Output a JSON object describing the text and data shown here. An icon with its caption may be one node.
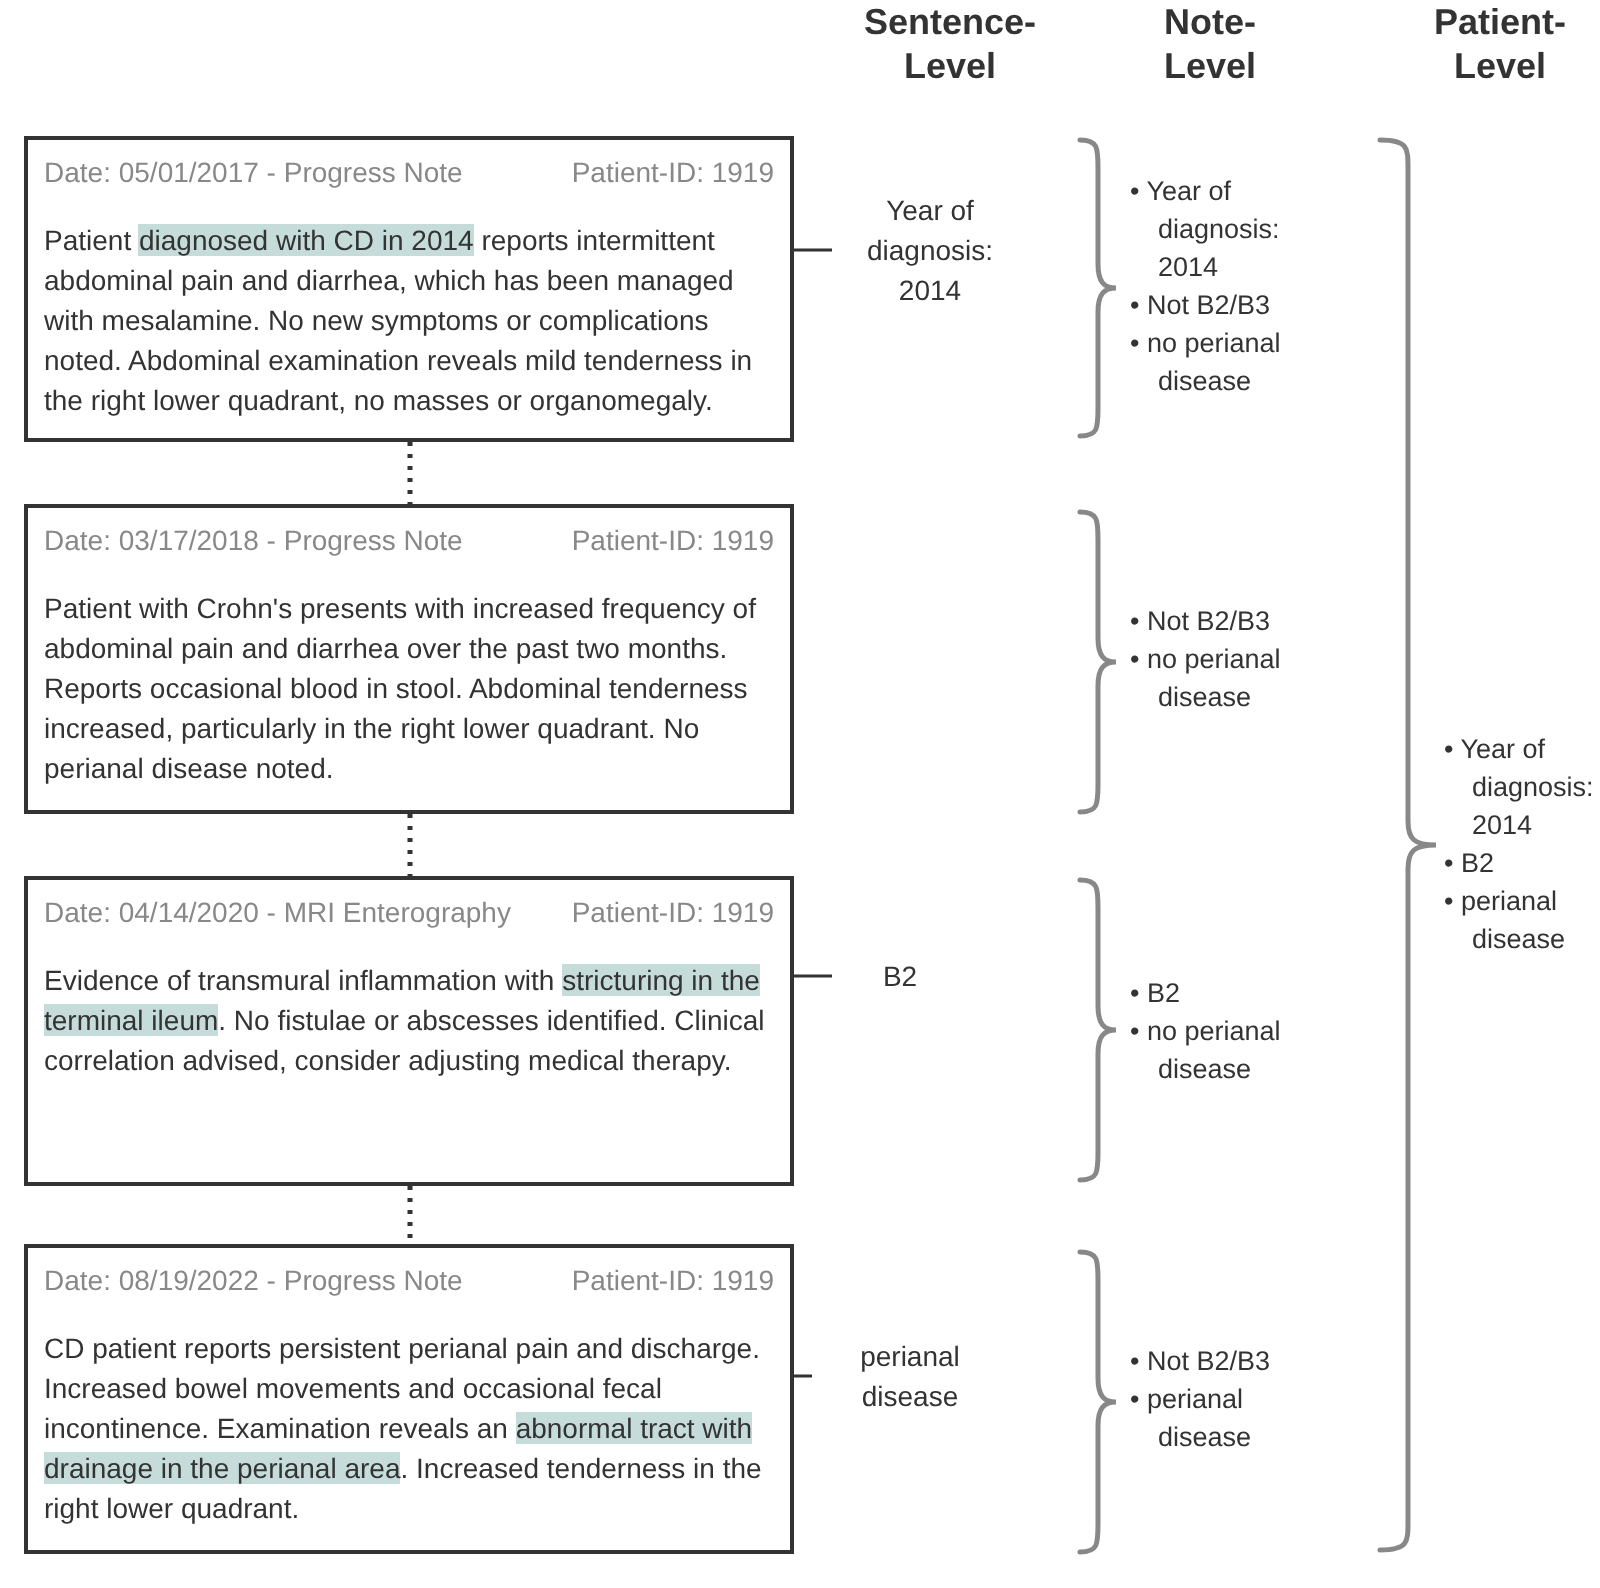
{
  "diagram": {
    "nodes": [
      {
        "text": [
          "Date: 05/01/2017 - Progress Note",
          "Patient-ID: 1919",
          "Patient **diagnosed with CD in 2014** reports intermittent abdominal pain and diarrhea, which has been managed with mesalamine. No new symptoms or complications noted. Abdominal examination reveals mild tenderness in the right lower quadrant, no masses or organomegaly."
        ]
      },
      {
        "text": [
          "Year of diagnosis: 2014"
        ]
      },
      {
        "text": [
          "Date: 03/17/2018 - Progress Note",
          "Patient-ID: 1919",
          "Patient with Crohn's presents with increased frequency of abdominal pain and diarrhea over the past two months. Reports occasional blood in stool. Abdominal tenderness increased, particularly in the right lower quadrant. No perianal disease noted."
        ]
      },
      {
        "text": [
          "Date: 04/14/2020 - MRI Enterography",
          "Patient-ID: 1919",
          "Evidence of transmural inflammation with **stricturing in the terminal ileum**. No fistulae or abscesses identified. Clinical correlation advised, consider adjusting medical therapy."
        ]
      },
      {
        "text": [
          "B2"
        ]
      },
      {
        "text": [
          "Date: 08/19/2022 - Progress Note",
          "Patient-ID: 1919",
          "CD patient reports persistent perianal pain and discharge. Increased bowel movements and occasional fecal incontinence. Examination reveals an **abnormal tract with drainage in the perianal area**. Increased tenderness in the right lower quadrant."
        ]
      },
      {
        "text": [
          "perianal disease"
        ]
      }
    ],
    "edges": [
      {
        "from": 0,
        "to": 1,
        "arrow": "none"
      },
      {
        "from": 0,
        "to": 2,
        "arrow": "none",
        "style": "dashed"
      },
      {
        "from": 2,
        "to": 3,
        "arrow": "none",
        "style": "dashed"
      },
      {
        "from": 3,
        "to": 4,
        "arrow": "none"
      },
      {
        "from": 3,
        "to": 5,
        "arrow": "none",
        "style": "dashed"
      },
      {
        "from": 5,
        "to": 6,
        "arrow": "none"
      }
    ],
    "labels": [
      "Sentence-Level",
      "Note-Level",
      "Patient-Level",
      "• Year of diagnosis: 2014",
      "• Not B2/B3",
      "• no perianal disease",
      "• Not B2/B3",
      "• no perianal disease",
      "• Year of diagnosis: 2014",
      "• B2",
      "• perianal disease",
      "• B2",
      "• no perianal disease",
      "• Not B2/B3",
      "• perianal disease"
    ]
  }
}
